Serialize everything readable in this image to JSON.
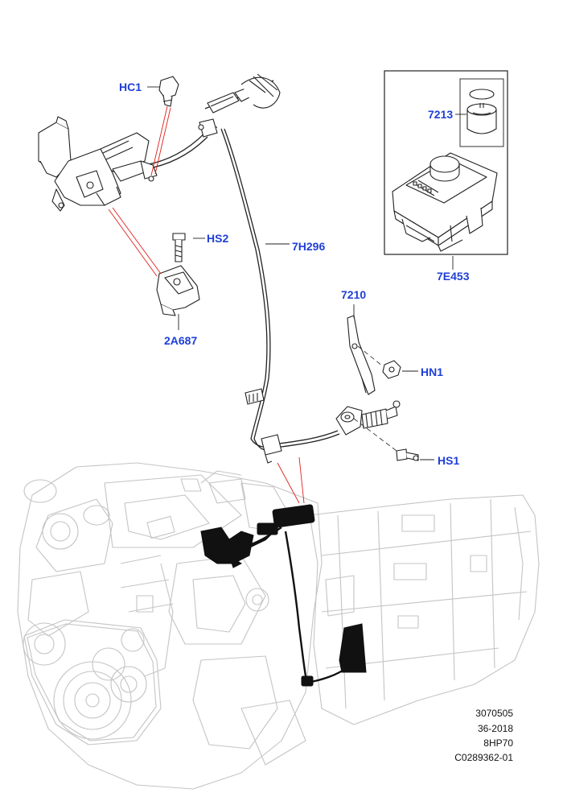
{
  "callouts": {
    "hc1": "HC1",
    "hs2": "HS2",
    "a2687": "2A687",
    "h7296": "7H296",
    "c7213": "7213",
    "e7453": "7E453",
    "c7210": "7210",
    "hn1": "HN1",
    "hs1": "HS1"
  },
  "footer": {
    "line1": "3070505",
    "line2": "36-2018",
    "line3": "8HP70",
    "line4": "C0289362-01"
  },
  "colors": {
    "callout_text": "#1f3fd6",
    "leader_red": "#e0201a",
    "ghost_lines": "#c8c8c8"
  }
}
